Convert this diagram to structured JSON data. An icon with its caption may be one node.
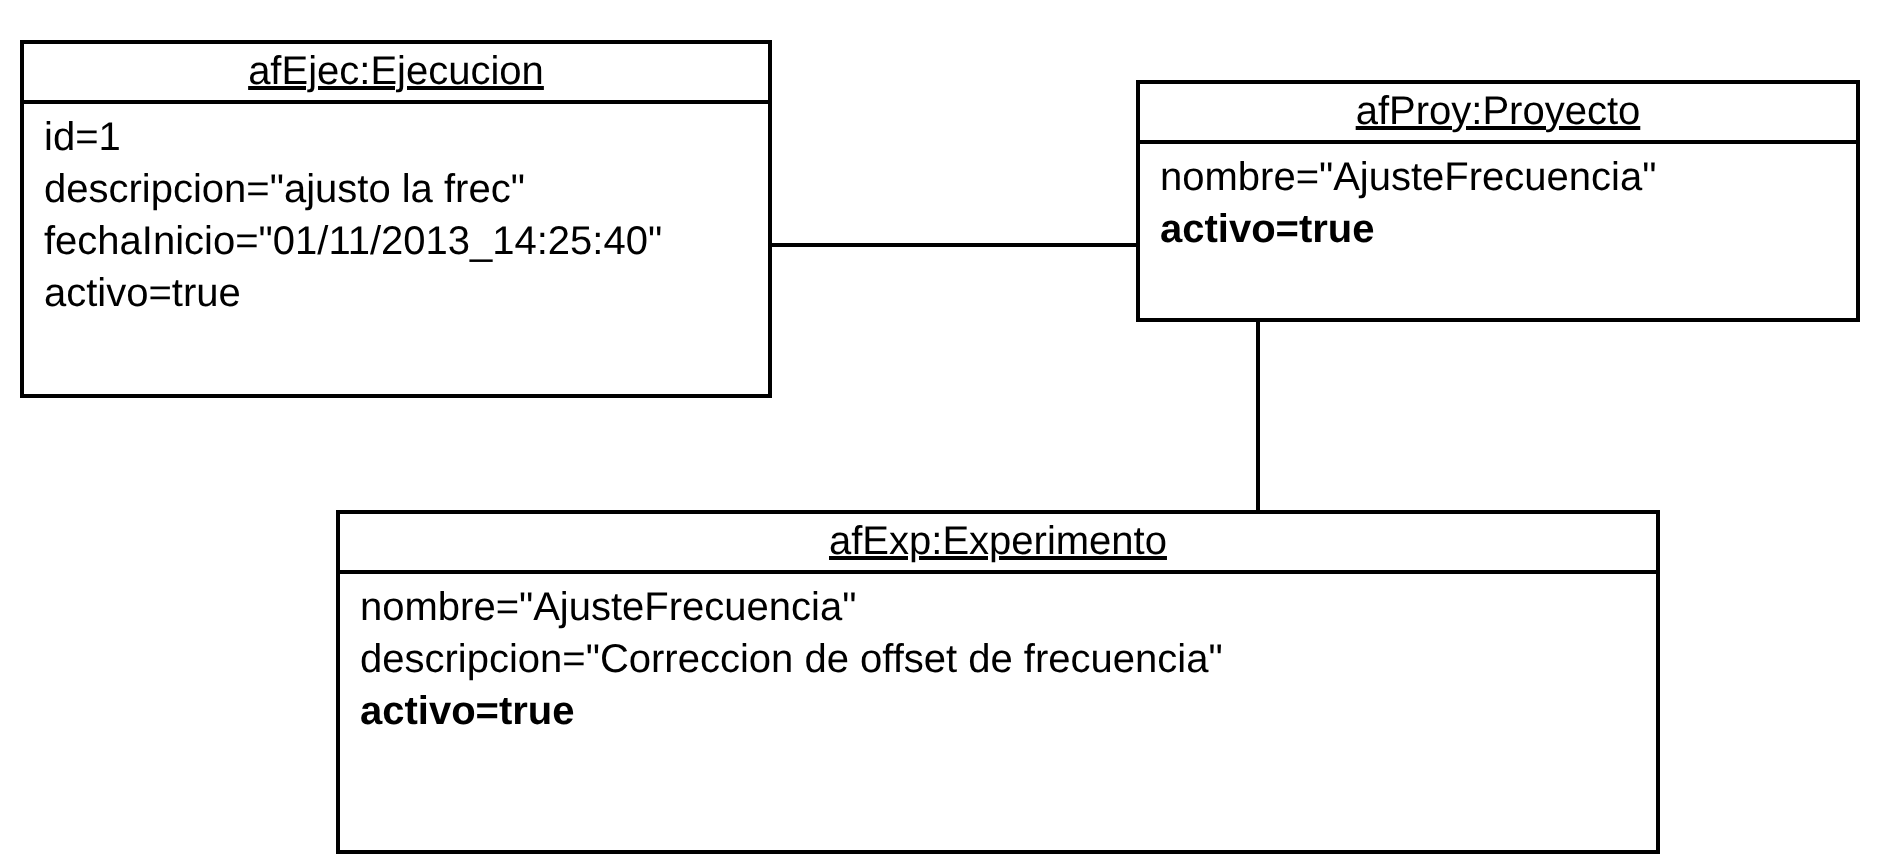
{
  "diagram": {
    "nodes": [
      {
        "text": [
          "afEjec:Ejecucion",
          "id=1",
          "descripcion=\"ajusto la frec\"",
          "fechaInicio=\"01/11/2013_14:25:40\"",
          "activo=true"
        ]
      },
      {
        "text": [
          "afProy:Proyecto",
          "nombre=\"AjusteFrecuencia\"",
          "**activo=true**"
        ]
      },
      {
        "text": [
          "afExp:Experimento",
          "nombre=\"AjusteFrecuencia\"",
          "descripcion=\"Correccion de offset de frecuencia\"",
          "**activo=true**"
        ]
      }
    ],
    "edges": [
      {
        "from": 0,
        "to": 1,
        "arrow": "none"
      },
      {
        "from": 1,
        "to": 2,
        "arrow": "none"
      }
    ]
  }
}
